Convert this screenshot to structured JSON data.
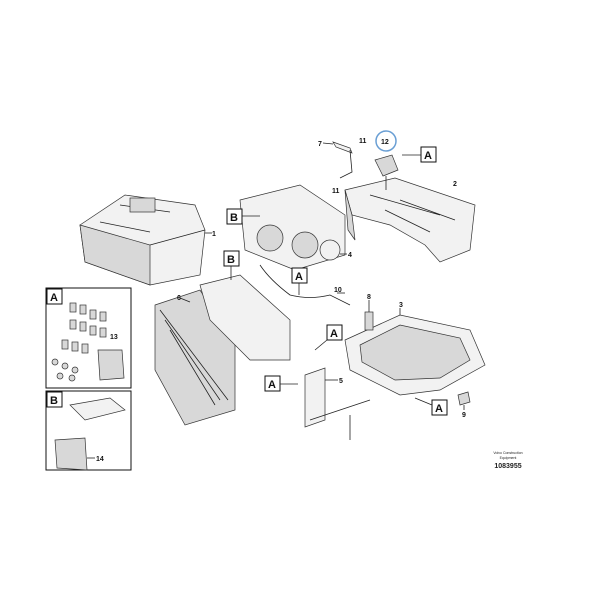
{
  "diagram": {
    "callouts": {
      "c1": "1",
      "c2": "2",
      "c3": "3",
      "c4": "4",
      "c5": "5",
      "c6": "6",
      "c7": "7",
      "c8": "8",
      "c9": "9",
      "c10": "10",
      "c11a": "11",
      "c11b": "11",
      "c12": "12",
      "c13": "13",
      "c14": "14"
    },
    "ref_boxes": {
      "a": "A",
      "b": "B"
    },
    "highlight_color": "#6a9fd4",
    "footer": {
      "brand": "Volvo Construction",
      "brand_sub": "Equipment",
      "drawing_number": "1083955"
    }
  }
}
